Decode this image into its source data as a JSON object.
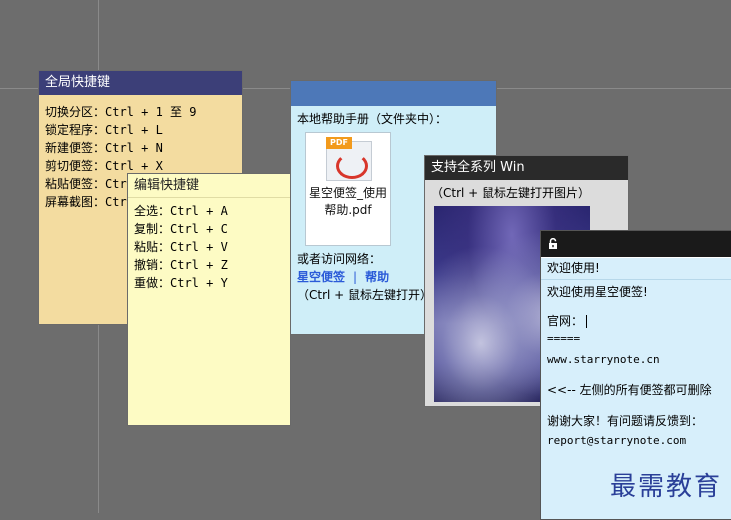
{
  "notes": {
    "global": {
      "title": "全局快捷键",
      "lines": [
        "切换分区：Ctrl + 1  至  9",
        "锁定程序：Ctrl + L",
        "新建便签：Ctrl + N",
        "剪切便签：Ctrl + X",
        "粘贴便签：Ctrl + V",
        "屏幕截图：Ctrl + Alt + Q"
      ]
    },
    "edit": {
      "title": "编辑快捷键",
      "lines": [
        "全选：Ctrl + A",
        "复制：Ctrl + C",
        "粘贴：Ctrl + V",
        "撤销：Ctrl + Z",
        "重做：Ctrl + Y"
      ]
    },
    "help": {
      "title": "",
      "heading": "本地帮助手册（文件夹中）：",
      "pdf_badge": "PDF",
      "pdf_name": "星空便签_使用帮助.pdf",
      "visit": "或者访问网络：",
      "link_home": "星空便签",
      "link_sep": "|",
      "link_help": "帮助",
      "hint": "（Ctrl + 鼠标左键打开）"
    },
    "win": {
      "title": "支持全系列 Win",
      "hint": "（Ctrl + 鼠标左键打开图片）"
    },
    "welcome": {
      "lock_icon": "lock-icon",
      "header": "欢迎使用!",
      "greeting": "欢迎使用星空便签!",
      "site_label": "官网：",
      "divider": "=====",
      "site_url": "www.starrynote.cn",
      "deletable": "<<-- 左侧的所有便签都可删除",
      "thanks": "谢谢大家！有问题请反馈到：",
      "email": "report@starrynote.com"
    }
  },
  "watermark": "最需教育"
}
